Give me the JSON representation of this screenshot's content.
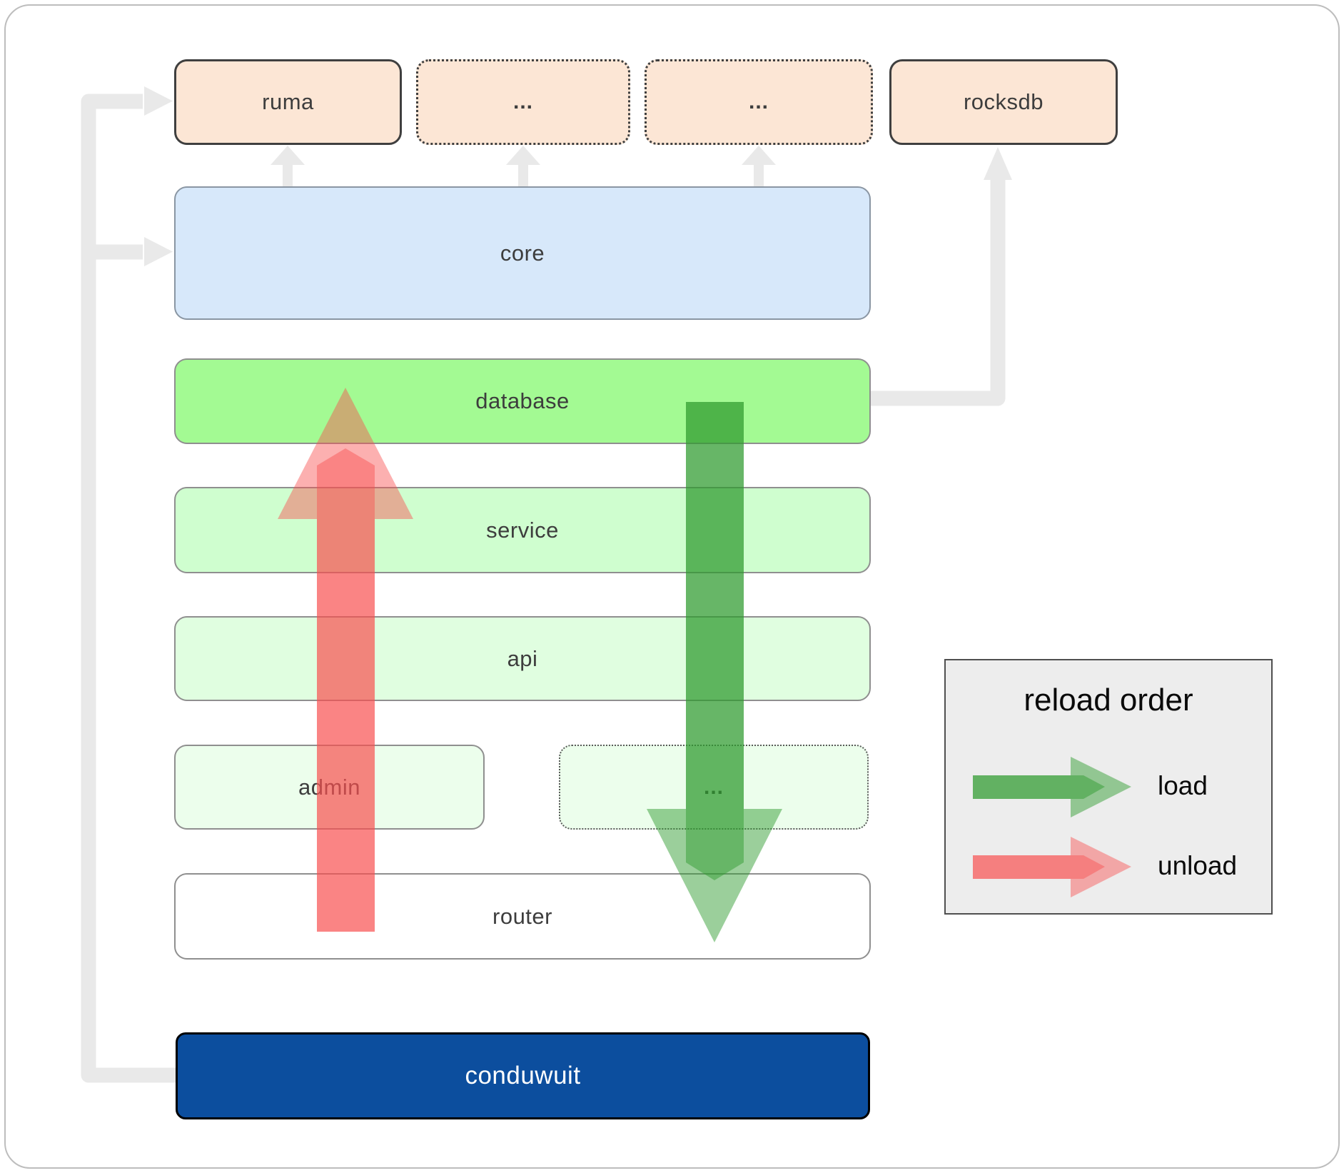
{
  "nodes": {
    "ruma": "ruma",
    "ellipsis1": "...",
    "ellipsis2": "...",
    "rocksdb": "rocksdb",
    "core": "core",
    "database": "database",
    "service": "service",
    "api": "api",
    "admin": "admin",
    "ellipsis3": "...",
    "router": "router",
    "conduwuit": "conduwuit"
  },
  "legend": {
    "title": "reload order",
    "load_label": "load",
    "unload_label": "unload"
  },
  "colors": {
    "peach": "#FCE6D5",
    "core_blue": "#D7E8FA",
    "database_green": "#A3FA93",
    "service_green": "#CFFECF",
    "api_green": "#E0FEE0",
    "admin_green": "#ECFEEC",
    "conduwuit_blue": "#0C4E9E",
    "load_green": "#2E9B2E",
    "unload_red": "#F85050",
    "connector_gray": "#E9E9E9",
    "legend_bg": "#EDEDED"
  }
}
